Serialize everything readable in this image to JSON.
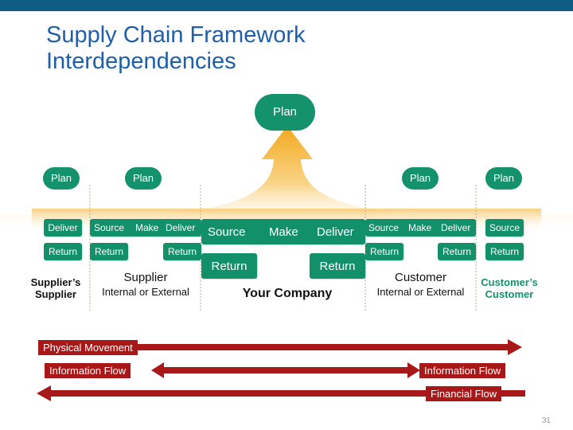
{
  "title": {
    "line1": "Supply Chain Framework",
    "line2": "Interdependencies"
  },
  "top_plan": "Plan",
  "groups": {
    "suppliers_supplier": {
      "plan": "Plan",
      "deliver": "Deliver",
      "return": "Return",
      "name_line1": "Supplier’s",
      "name_line2": "Supplier"
    },
    "supplier": {
      "plan": "Plan",
      "source": "Source",
      "make": "Make",
      "deliver": "Deliver",
      "return_left": "Return",
      "return_right": "Return",
      "name": "Supplier",
      "sub": "Internal or External"
    },
    "company": {
      "source": "Source",
      "make": "Make",
      "deliver": "Deliver",
      "return_left": "Return",
      "return_right": "Return",
      "name": "Your Company"
    },
    "customer": {
      "plan": "Plan",
      "source": "Source",
      "make": "Make",
      "deliver": "Deliver",
      "return_left": "Return",
      "return_right": "Return",
      "name": "Customer",
      "sub": "Internal or External"
    },
    "customers_customer": {
      "plan": "Plan",
      "source": "Source",
      "return": "Return",
      "name_line1": "Customer’s",
      "name_line2": "Customer"
    }
  },
  "flows": {
    "physical": "Physical Movement",
    "information_left": "Information Flow",
    "information_right": "Information Flow",
    "financial": "Financial Flow"
  },
  "colors": {
    "green": "#13926c",
    "flow_red": "#a81818",
    "title_blue": "#1f5ea8",
    "top_bar": "#0f5d82",
    "arrow_gold": "#f4b53a"
  },
  "page_number": "31"
}
